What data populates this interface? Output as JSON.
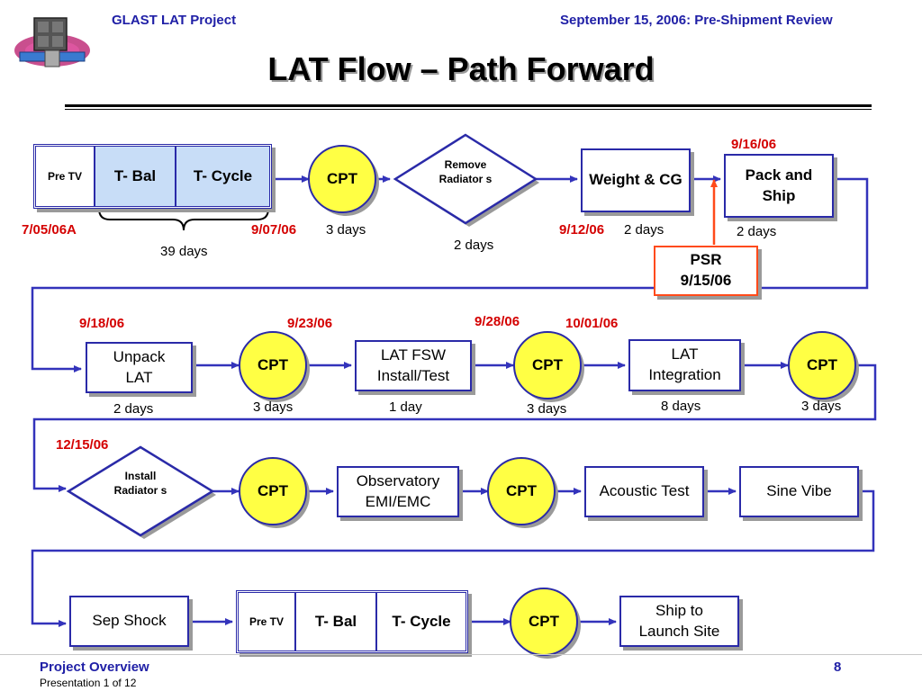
{
  "header": {
    "left": "GLAST LAT Project",
    "right": "September 15, 2006: Pre-Shipment Review"
  },
  "title": "LAT Flow – Path Forward",
  "footer": {
    "section": "Project Overview",
    "presentation": "Presentation 1 of 12",
    "page": "8"
  },
  "colors": {
    "box_border": "#2a2aa8",
    "arrow": "#3333bb",
    "cpt_fill": "#ffff44",
    "date_red": "#d40000",
    "psr_border": "#ff4a1a",
    "header_blue": "#1f1fa6"
  },
  "row1": {
    "tv": {
      "pre_tv": "Pre TV",
      "t_bal": "T- Bal",
      "t_cycle": "T- Cycle"
    },
    "brace_duration": "39 days",
    "start_date": "7/05/06A",
    "end_date": "9/07/06",
    "cpt": {
      "label": "CPT",
      "duration": "3 days"
    },
    "remove_radiators": {
      "label": "Remove Radiator s",
      "duration": "2 days"
    },
    "weight_cg": {
      "label": "Weight & CG",
      "date": "9/12/06",
      "duration": "2 days"
    },
    "pack_ship": {
      "label": "Pack and Ship",
      "date": "9/16/06",
      "duration": "2 days"
    },
    "psr": {
      "label": "PSR",
      "date": "9/15/06"
    }
  },
  "row2": {
    "unpack": {
      "label": "Unpack LAT",
      "date": "9/18/06",
      "duration": "2 days"
    },
    "cpt1": {
      "label": "CPT",
      "date": "9/23/06",
      "duration": "3 days"
    },
    "fsw": {
      "label": "LAT FSW Install/Test",
      "duration": "1 day"
    },
    "cpt2": {
      "label": "CPT",
      "date": "9/28/06",
      "duration": "3 days"
    },
    "integration": {
      "label": "LAT Integration",
      "date": "10/01/06",
      "duration": "8 days"
    },
    "cpt3": {
      "label": "CPT",
      "duration": "3 days"
    }
  },
  "row3": {
    "install_radiators": {
      "label": "Install Radiator s",
      "date": "12/15/06"
    },
    "cpt1": {
      "label": "CPT"
    },
    "emi": {
      "label": "Observatory EMI/EMC"
    },
    "cpt2": {
      "label": "CPT"
    },
    "acoustic": {
      "label": "Acoustic Test"
    },
    "sine": {
      "label": "Sine Vibe"
    }
  },
  "row4": {
    "sep_shock": {
      "label": "Sep Shock"
    },
    "tv": {
      "pre_tv": "Pre TV",
      "t_bal": "T- Bal",
      "t_cycle": "T- Cycle"
    },
    "cpt": {
      "label": "CPT"
    },
    "ship": {
      "label": "Ship to Launch Site"
    }
  }
}
